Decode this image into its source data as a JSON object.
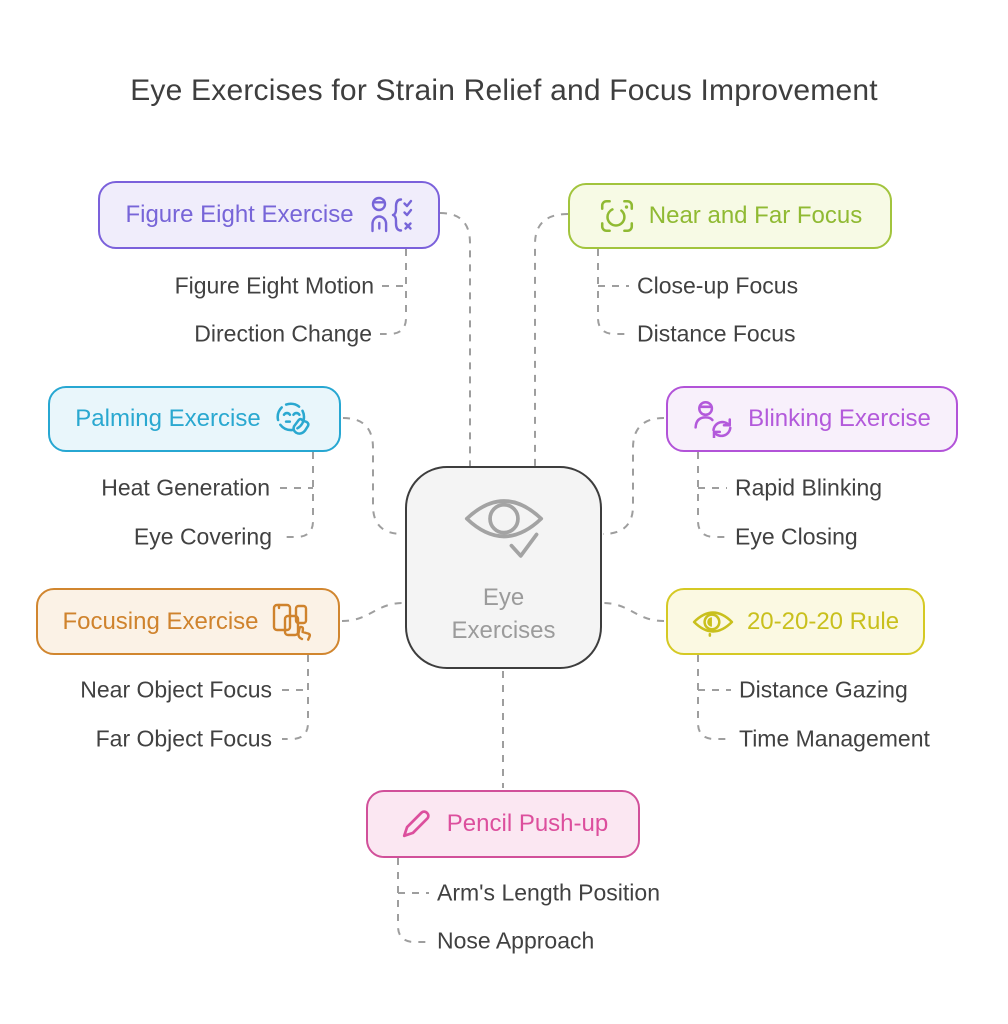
{
  "title": "Eye Exercises for Strain Relief and Focus Improvement",
  "connector_color": "#9E9E9E",
  "center": {
    "label_line1": "Eye",
    "label_line2": "Exercises",
    "icon": "eye-check-icon",
    "colors": {
      "border": "#3D3D3D",
      "background": "#F4F4F4",
      "text": "#9B9B9B",
      "icon": "#A3A3A3"
    }
  },
  "branches": [
    {
      "id": "figure-eight",
      "label": "Figure Eight Exercise",
      "icon": "person-checklist-icon",
      "colors": {
        "border": "#7B61DB",
        "background": "#F0EDFB",
        "text": "#7765D8"
      },
      "children": [
        "Figure Eight Motion",
        "Direction Change"
      ]
    },
    {
      "id": "near-far",
      "label": "Near and Far Focus",
      "icon": "focus-frame-icon",
      "colors": {
        "border": "#A2C43D",
        "background": "#F7FAE5",
        "text": "#90BA33"
      },
      "children": [
        "Close-up Focus",
        "Distance Focus"
      ]
    },
    {
      "id": "palming",
      "label": "Palming Exercise",
      "icon": "relaxed-face-hand-icon",
      "colors": {
        "border": "#27A7D2",
        "background": "#E9F6FB",
        "text": "#2AA8D0"
      },
      "children": [
        "Heat Generation",
        "Eye Covering"
      ]
    },
    {
      "id": "blinking",
      "label": "Blinking Exercise",
      "icon": "person-sync-icon",
      "colors": {
        "border": "#B253D8",
        "background": "#F8F0FB",
        "text": "#B35ADB"
      },
      "children": [
        "Rapid Blinking",
        "Eye Closing"
      ]
    },
    {
      "id": "focusing",
      "label": "Focusing Exercise",
      "icon": "devices-hand-icon",
      "colors": {
        "border": "#D1862F",
        "background": "#FBF2E6",
        "text": "#CF832D"
      },
      "children": [
        "Near Object Focus",
        "Far Object Focus"
      ]
    },
    {
      "id": "rule-20-20-20",
      "label": "20-20-20 Rule",
      "icon": "eye-icon",
      "colors": {
        "border": "#D5C924",
        "background": "#FBF9E2",
        "text": "#C9C01D"
      },
      "children": [
        "Distance Gazing",
        "Time Management"
      ]
    },
    {
      "id": "pencil-pushup",
      "label": "Pencil Push-up",
      "icon": "pencil-icon",
      "colors": {
        "border": "#D1509A",
        "background": "#FBE7F2",
        "text": "#DC4F9D"
      },
      "children": [
        "Arm's Length Position",
        "Nose Approach"
      ]
    }
  ]
}
